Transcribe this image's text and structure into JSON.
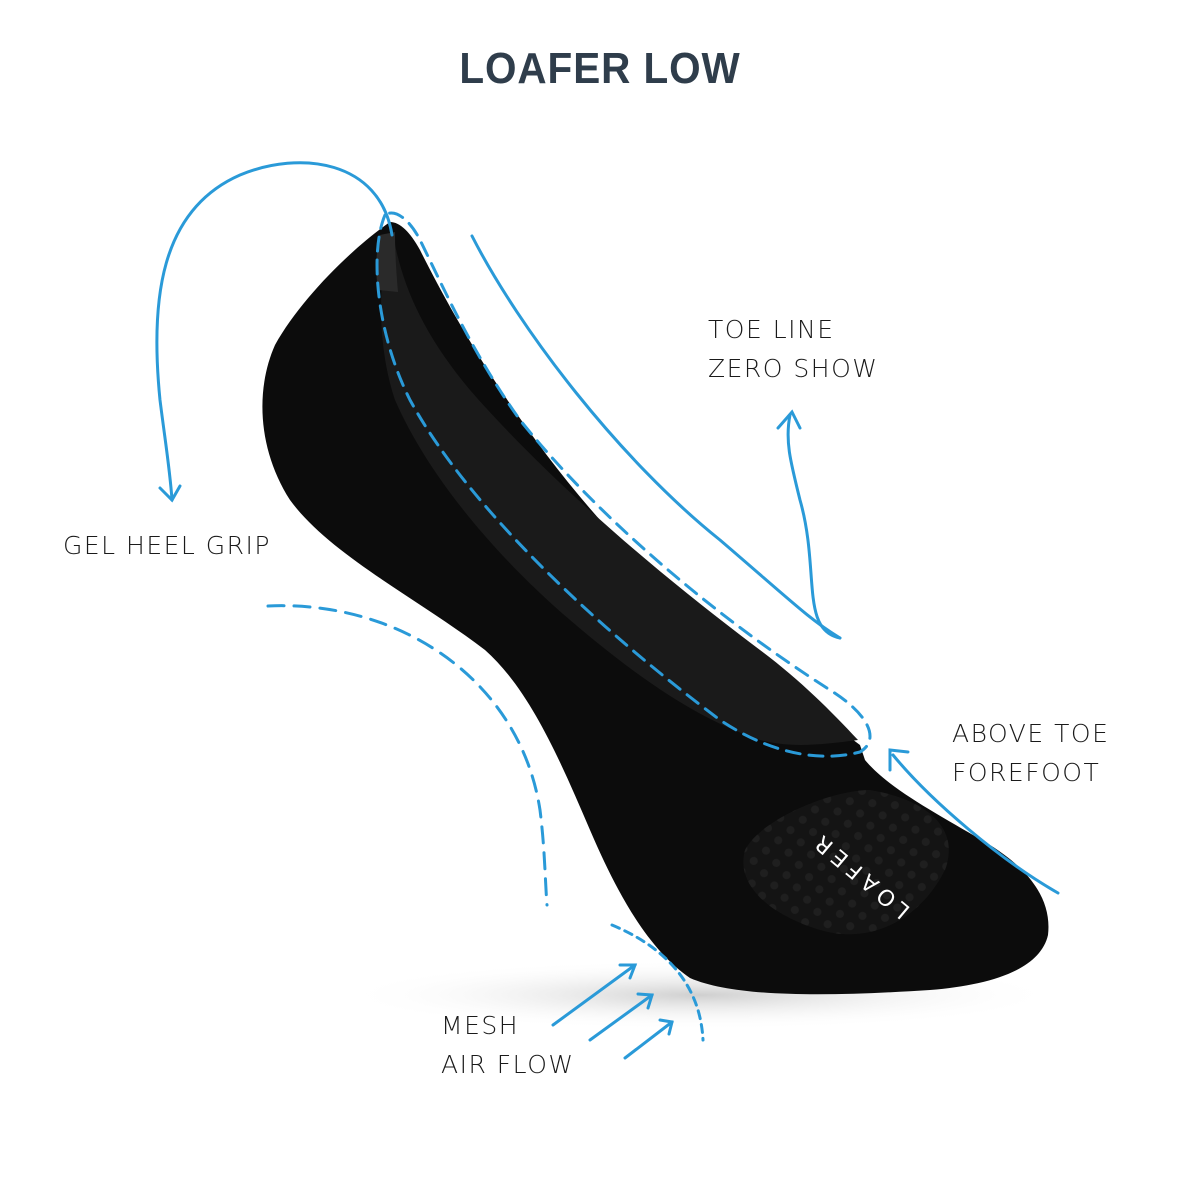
{
  "title": "LOAFER LOW",
  "callouts": {
    "toe_line": [
      "TOE LINE",
      "ZERO SHOW"
    ],
    "heel": [
      "GEL HEEL GRIP"
    ],
    "above_toe": [
      "ABOVE TOE",
      "FOREFOOT"
    ],
    "mesh": [
      "MESH",
      "AIR FLOW"
    ]
  },
  "brand_mark": "LOAFER",
  "colors": {
    "accent": "#2a9ad8",
    "sock": "#0c0c0c",
    "title": "#2f3d4b"
  }
}
